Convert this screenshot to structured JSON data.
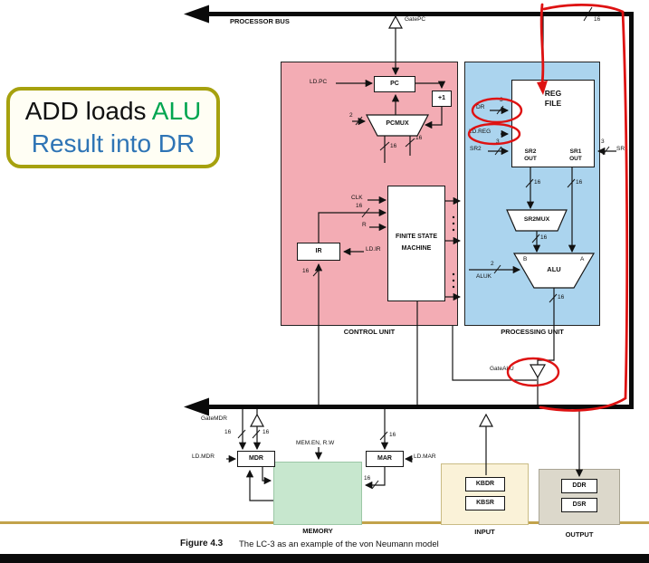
{
  "callout": {
    "line1_black": "ADD loads ",
    "line1_green": "ALU",
    "line2_blue": "Result into DR"
  },
  "bus": {
    "processor_bus": "PROCESSOR BUS",
    "gate_pc": "GatePC",
    "gate_alu": "GateALU",
    "gate_mdr": "GateMDR"
  },
  "widths": {
    "w16": "16",
    "w3": "3",
    "w2": "2"
  },
  "control_unit": {
    "label": "CONTROL UNIT",
    "ld_pc": "LD.PC",
    "pc": "PC",
    "plus_one": "+1",
    "pcmux": "PCMUX",
    "clk": "CLK",
    "r": "R",
    "fsm": "FINITE STATE MACHINE",
    "ir": "IR",
    "ld_ir": "LD.IR"
  },
  "processing_unit": {
    "label": "PROCESSING UNIT",
    "reg_file": "REG FILE",
    "dr": "DR",
    "ld_reg": "LD.REG",
    "sr2": "SR2",
    "sr1": "SR1",
    "sr2_out": "SR2 OUT",
    "sr1_out": "SR1 OUT",
    "sr2mux": "SR2MUX",
    "alu": "ALU",
    "a": "A",
    "b": "B",
    "aluk": "ALUK"
  },
  "memory_section": {
    "label": "MEMORY",
    "mdr": "MDR",
    "mar": "MAR",
    "ld_mdr": "LD.MDR",
    "ld_mar": "LD.MAR",
    "mem_en_rw": "MEM.EN, R.W"
  },
  "input_section": {
    "label": "INPUT",
    "kbdr": "KBDR",
    "kbsr": "KBSR"
  },
  "output_section": {
    "label": "OUTPUT",
    "ddr": "DDR",
    "dsr": "DSR"
  },
  "caption": {
    "figure": "Figure 4.3",
    "text": "The LC-3 as an example of the von Neumann model"
  }
}
